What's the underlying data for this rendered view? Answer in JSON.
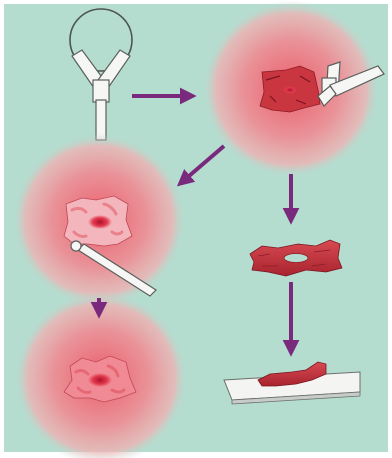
{
  "colors": {
    "background": "#b4ddd0",
    "border": "#ffffff",
    "arrow": "#7a2a7c",
    "halo_center": "#ec5c6a",
    "halo_edge": "#b4ddd0",
    "lesion": "#c93640",
    "lesion_dark": "#8a1c26",
    "lesion_pale": "#f3b6bc",
    "os": "#e23a4e",
    "instrument": "#f6f6f4",
    "instrument_stroke": "#5a5f5c",
    "slide": "#f4f4f2"
  },
  "icons": [
    "loop-electrode-icon",
    "cervix-halo-icon",
    "excised-tissue-icon",
    "glass-slide-icon",
    "ball-electrode-icon",
    "flow-arrow-icon"
  ],
  "steps": [
    "loop-electrode",
    "loop-excision",
    "ablation-of-margins",
    "excised-specimen",
    "specimen-on-slide",
    "healed-cervix"
  ]
}
